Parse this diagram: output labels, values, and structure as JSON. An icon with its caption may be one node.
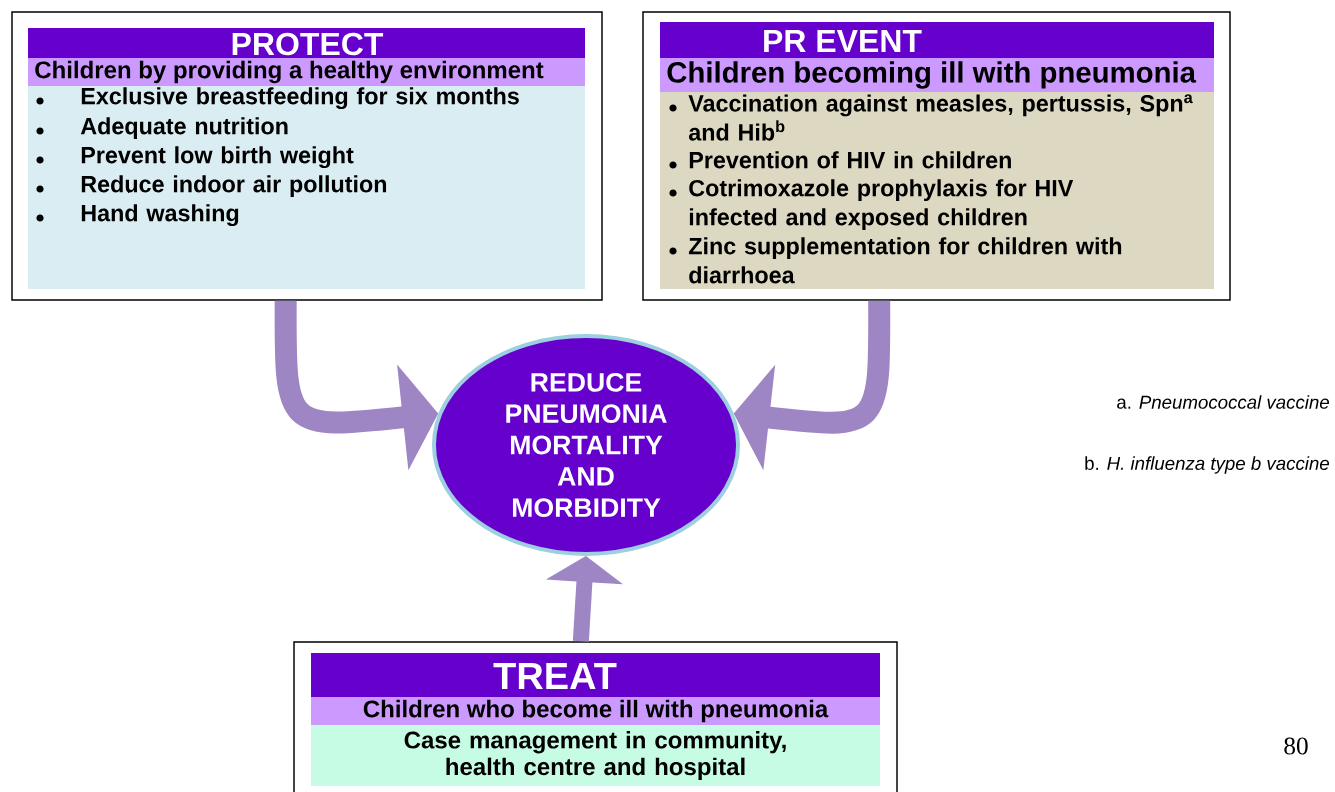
{
  "diagram": {
    "nodes": [
      {
        "text": [
          "PROTECT",
          "Children by providing a healthy environment",
          "Exclusive breastfeeding for six months",
          "Adequate nutrition",
          "Prevent low birth weight",
          "Reduce indoor air pollution",
          "Hand washing"
        ]
      },
      {
        "text": [
          "PR EVENT",
          "Children becoming ill with pneumonia",
          "Vaccination against measles, pertussis, Spn$^{a}$ and Hib$^{b}$",
          "Prevention of HIV in children",
          "Cotrimoxazole prophylaxis for HIV infected and exposed children",
          "Zinc supplementation for children with diarrhoea"
        ]
      },
      {
        "text": [
          "REDUCE PNEUMONIA MORTALITY AND MORBIDITY"
        ]
      },
      {
        "text": [
          "TREAT",
          "Children who become ill with pneumonia",
          "Case management in community, health centre and hospital"
        ]
      }
    ],
    "edges": [
      {
        "from": 0,
        "to": 2,
        "arrow": "to"
      },
      {
        "from": 1,
        "to": 2,
        "arrow": "to"
      },
      {
        "from": 3,
        "to": 2,
        "arrow": "to"
      }
    ],
    "labels": [
      "a. *Pneumococcal vaccine*",
      "b. *H. influenza type b vaccine*",
      "80"
    ]
  }
}
